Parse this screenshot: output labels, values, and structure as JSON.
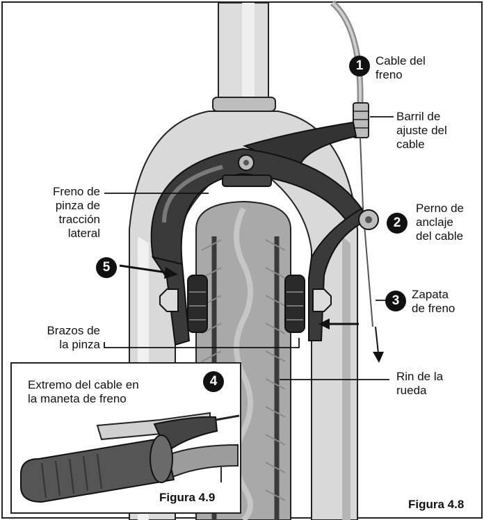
{
  "labels": {
    "cable_freno": "Cable del\nfreno",
    "barril": "Barril de\najuste del\ncable",
    "freno_pinza": "Freno de\npinza de\ntracción\nlateral",
    "perno": "Perno de\nanclaje\ndel cable",
    "zapata": "Zapata\nde freno",
    "brazos": "Brazos de\nla pinza",
    "rin": "Rin de la\nrueda",
    "extremo": "Extremo del cable en\nla maneta de freno"
  },
  "badges": {
    "b1": "1",
    "b2": "2",
    "b3": "3",
    "b4": "4",
    "b5": "5"
  },
  "figures": {
    "main": "Figura 4.8",
    "inset": "Figura 4.9"
  },
  "colors": {
    "fork": "#d9d9d9",
    "fork_shade": "#b5b5b5",
    "tire": "#a9a9a9",
    "tire_dark": "#6f6f6f",
    "caliper": "#333333",
    "outline": "#222222",
    "grip": "#555555"
  }
}
